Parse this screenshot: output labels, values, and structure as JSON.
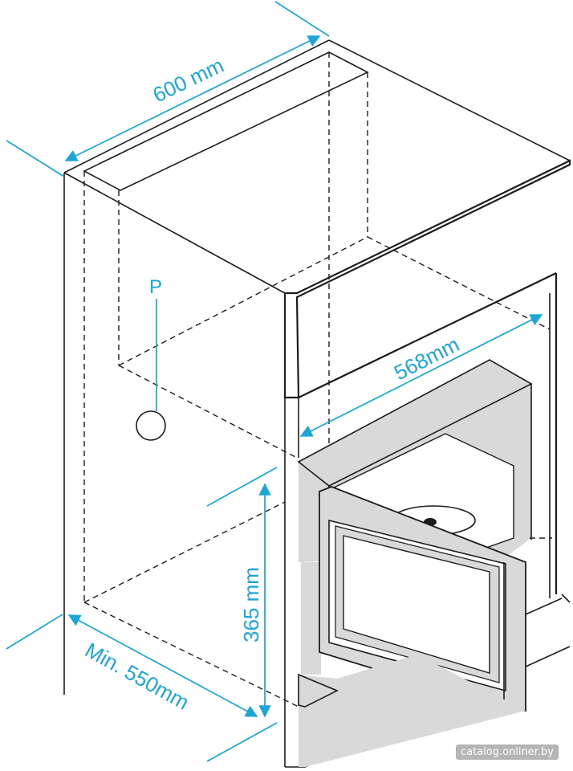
{
  "dimensions": {
    "width_label": "600 mm",
    "inner_width_label": "568mm",
    "height_label": "365 mm",
    "depth_label": "Min. 550mm",
    "point_label": "P"
  },
  "watermark": "catalog.onliner.by",
  "colors": {
    "dimension": "#1aa6d6",
    "line": "#1c1c1c",
    "fill": "#d9d9d9"
  }
}
